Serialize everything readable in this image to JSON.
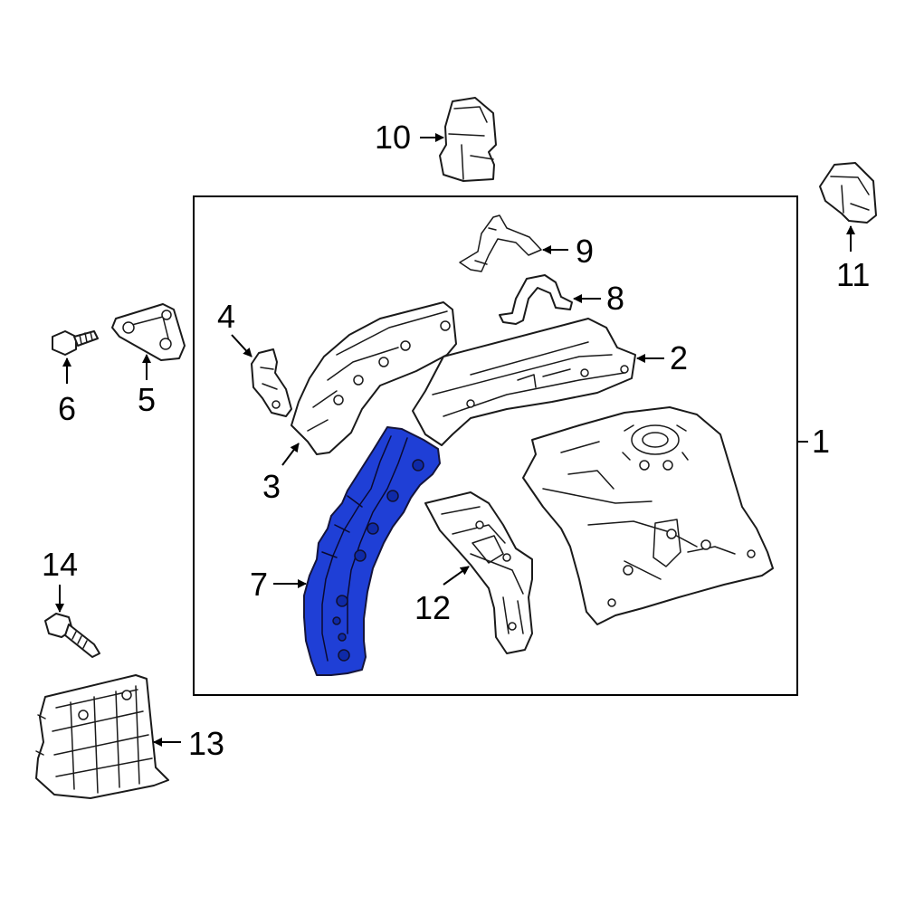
{
  "colors": {
    "highlight": "#1f3fd6",
    "highlight_dark": "#0f2aa8",
    "line": "#1a1a1a",
    "background": "#ffffff"
  },
  "highlighted_part": "7",
  "callouts": {
    "p1": "1",
    "p2": "2",
    "p3": "3",
    "p4": "4",
    "p5": "5",
    "p6": "6",
    "p7": "7",
    "p8": "8",
    "p9": "9",
    "p10": "10",
    "p11": "11",
    "p12": "12",
    "p13": "13",
    "p14": "14"
  }
}
